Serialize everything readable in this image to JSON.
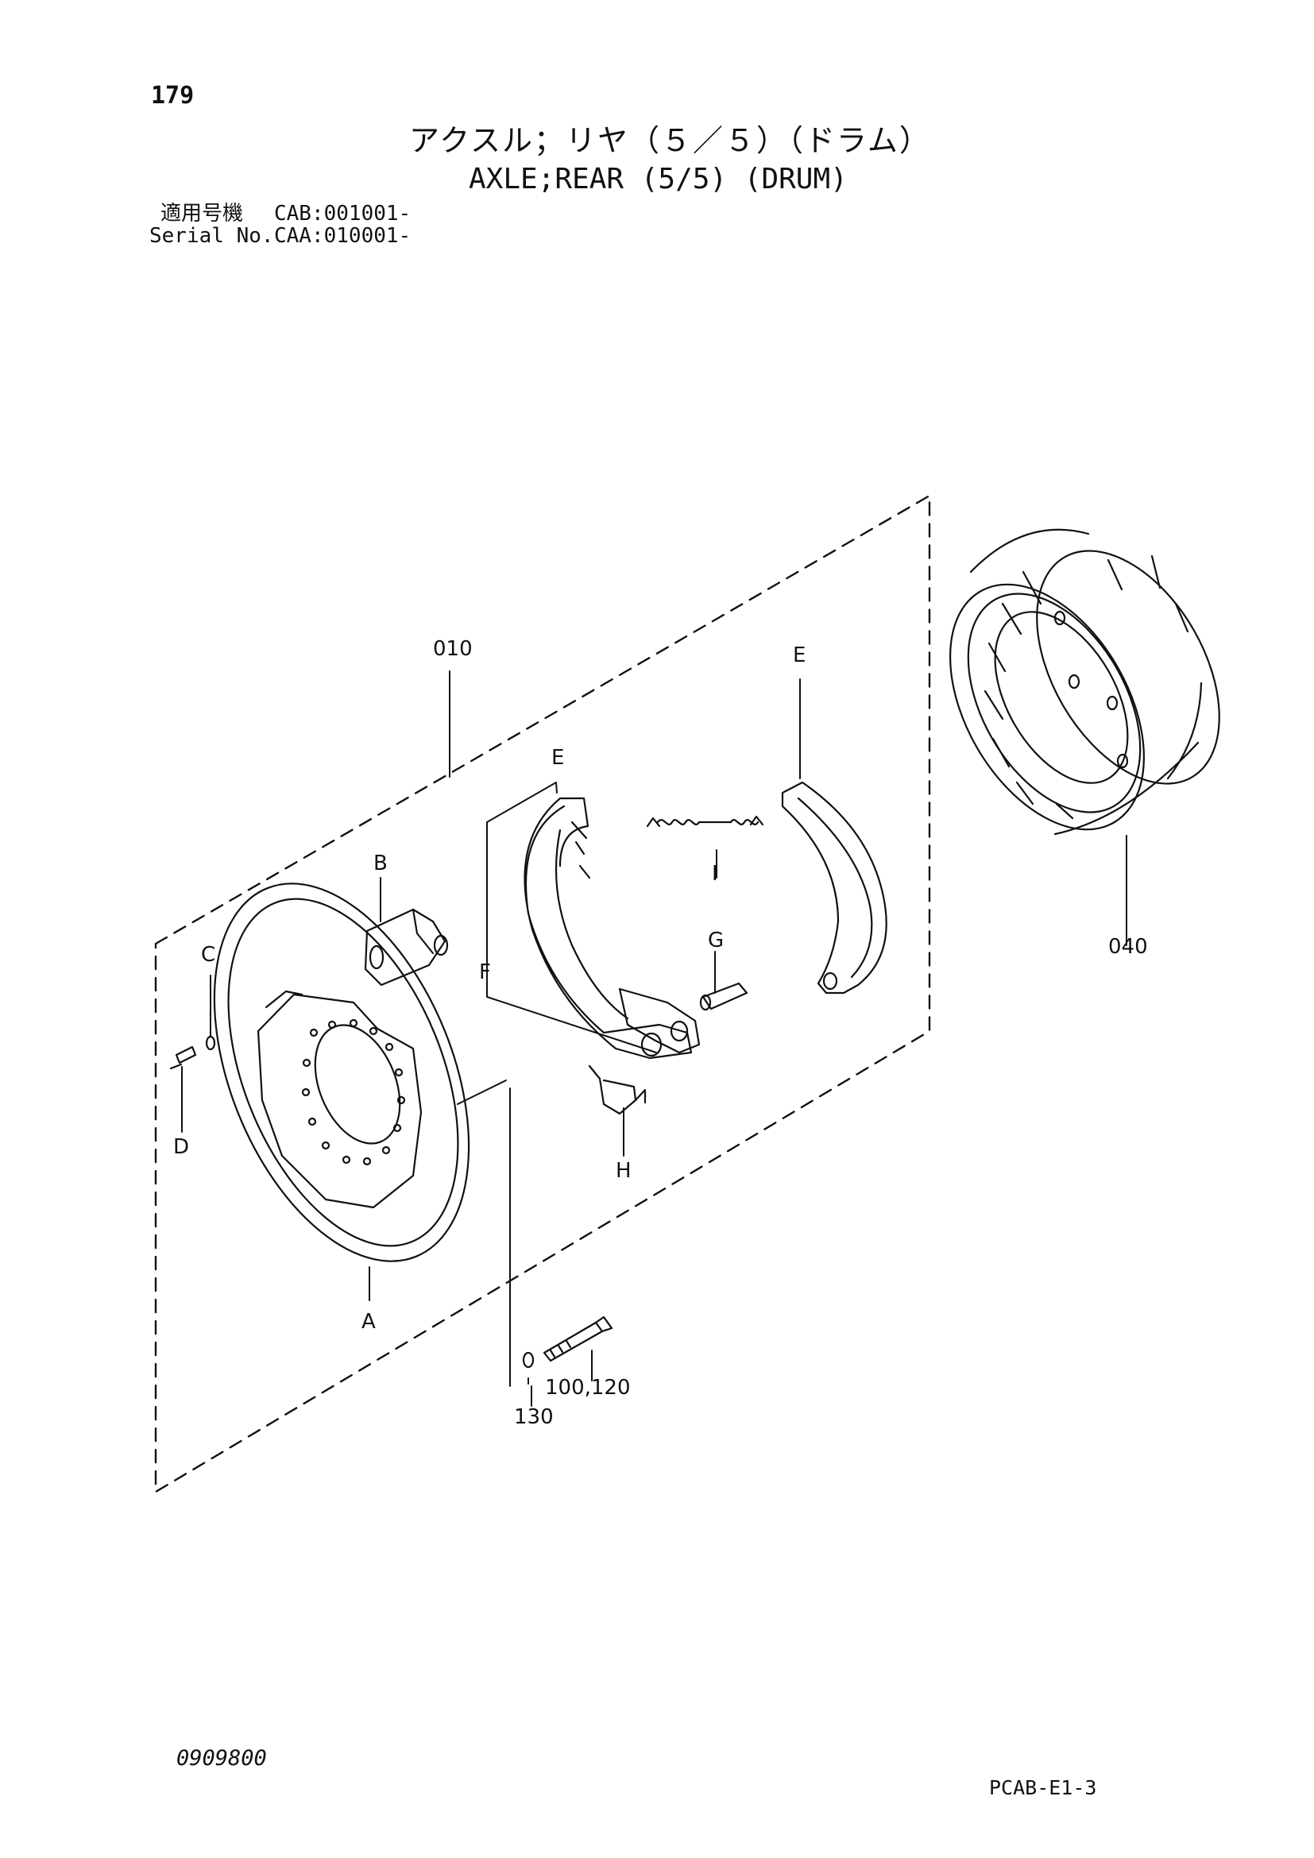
{
  "header": {
    "page_number": "179",
    "title_jp": "アクスル；リヤ（５／５）（ドラム）",
    "title_en": "AXLE;REAR (5/5) (DRUM)",
    "serial_label_jp": "適用号機",
    "serial_label_en": "Serial No.",
    "serial_1": "CAB:001001-",
    "serial_2": "CAA:010001-"
  },
  "callouts": {
    "010": "010",
    "040": "040",
    "A": "A",
    "B": "B",
    "C": "C",
    "D": "D",
    "E1": "E",
    "E2": "E",
    "F": "F",
    "G": "G",
    "H": "H",
    "I": "I",
    "100_120": "100,120",
    "130": "130"
  },
  "footer": {
    "doc_number": "0909800",
    "page_code": "PCAB-E1-3"
  }
}
